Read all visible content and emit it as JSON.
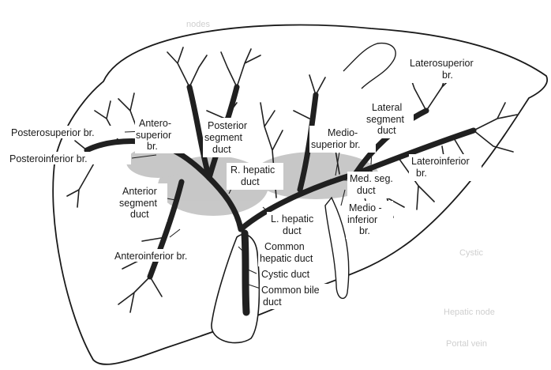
{
  "labels": {
    "posterosuperior": "Posterosuperior br.",
    "posteroinferior": "Posteroinferior br.",
    "anterosuperior": [
      "Antero-",
      "superior",
      "br."
    ],
    "posterior_segment": [
      "Posterior",
      "segment",
      "duct"
    ],
    "anterior_segment": [
      "Anterior",
      "segment",
      "duct"
    ],
    "anteroinferior": "Anteroinferior br.",
    "r_hepatic": [
      "R. hepatic",
      "duct"
    ],
    "l_hepatic": [
      "L. hepatic",
      "duct"
    ],
    "common_hepatic": [
      "Common",
      "hepatic duct"
    ],
    "cystic": "Cystic duct",
    "common_bile": [
      "Common bile",
      "duct"
    ],
    "mediosuperior": [
      "Medio-",
      "superior br."
    ],
    "lateral_segment": [
      "Lateral",
      "segment",
      "duct"
    ],
    "laterosuperior": [
      "Laterosuperior",
      "br."
    ],
    "laterioinferior": [
      "Lateroinferior",
      "br."
    ],
    "med_seg": [
      "Med. seg.",
      "duct"
    ],
    "medioinferior": [
      "Medio -",
      "inferior",
      "br."
    ]
  },
  "background_text": [
    "nodes",
    "Hepatic node",
    "Portal vein",
    "Cystic"
  ]
}
